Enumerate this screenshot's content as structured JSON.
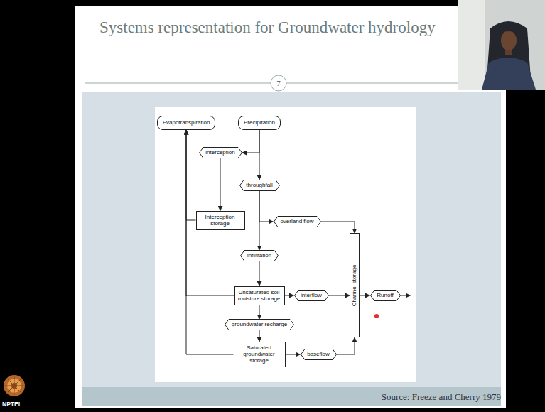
{
  "diagram": {
    "title": "Systems representation for Groundwater hydrology",
    "nodes": [
      {
        "text": [
          "Evapotranspiration"
        ]
      },
      {
        "text": [
          "Precipitation"
        ]
      },
      {
        "text": [
          "interception"
        ]
      },
      {
        "text": [
          "throughfall"
        ]
      },
      {
        "text": [
          "Interception storage"
        ]
      },
      {
        "text": [
          "overland flow"
        ]
      },
      {
        "text": [
          "infiltration"
        ]
      },
      {
        "text": [
          "Unsaturated soil moisture storage"
        ]
      },
      {
        "text": [
          "interflow"
        ]
      },
      {
        "text": [
          "Channel storage"
        ]
      },
      {
        "text": [
          "Runoff"
        ]
      },
      {
        "text": [
          "groundwater recharge"
        ]
      },
      {
        "text": [
          "Saturated groundwater storage"
        ]
      },
      {
        "text": [
          "baseflow"
        ]
      }
    ],
    "edges": [
      {
        "from": 1,
        "to": 2,
        "arrow": "to"
      },
      {
        "from": 1,
        "to": 3,
        "arrow": "to"
      },
      {
        "from": 2,
        "to": 4,
        "arrow": "to"
      },
      {
        "from": 3,
        "to": 5,
        "arrow": "to"
      },
      {
        "from": 3,
        "to": 6,
        "arrow": "to"
      },
      {
        "from": 4,
        "to": 0,
        "arrow": "to"
      },
      {
        "from": 5,
        "to": 9,
        "arrow": "to"
      },
      {
        "from": 6,
        "to": 7,
        "arrow": "to"
      },
      {
        "from": 7,
        "to": 0,
        "arrow": "to"
      },
      {
        "from": 7,
        "to": 8,
        "arrow": "to"
      },
      {
        "from": 8,
        "to": 9,
        "arrow": "to"
      },
      {
        "from": 9,
        "to": 10,
        "arrow": "to"
      },
      {
        "from": 7,
        "to": 11,
        "arrow": "to"
      },
      {
        "from": 11,
        "to": 12,
        "arrow": "to"
      },
      {
        "from": 12,
        "to": 0,
        "arrow": "to"
      },
      {
        "from": 12,
        "to": 13,
        "arrow": "to"
      },
      {
        "from": 13,
        "to": 9,
        "arrow": "to"
      }
    ],
    "labels": [
      "7",
      "Source: Freeze and Cherry 1979",
      "NPTEL"
    ]
  }
}
